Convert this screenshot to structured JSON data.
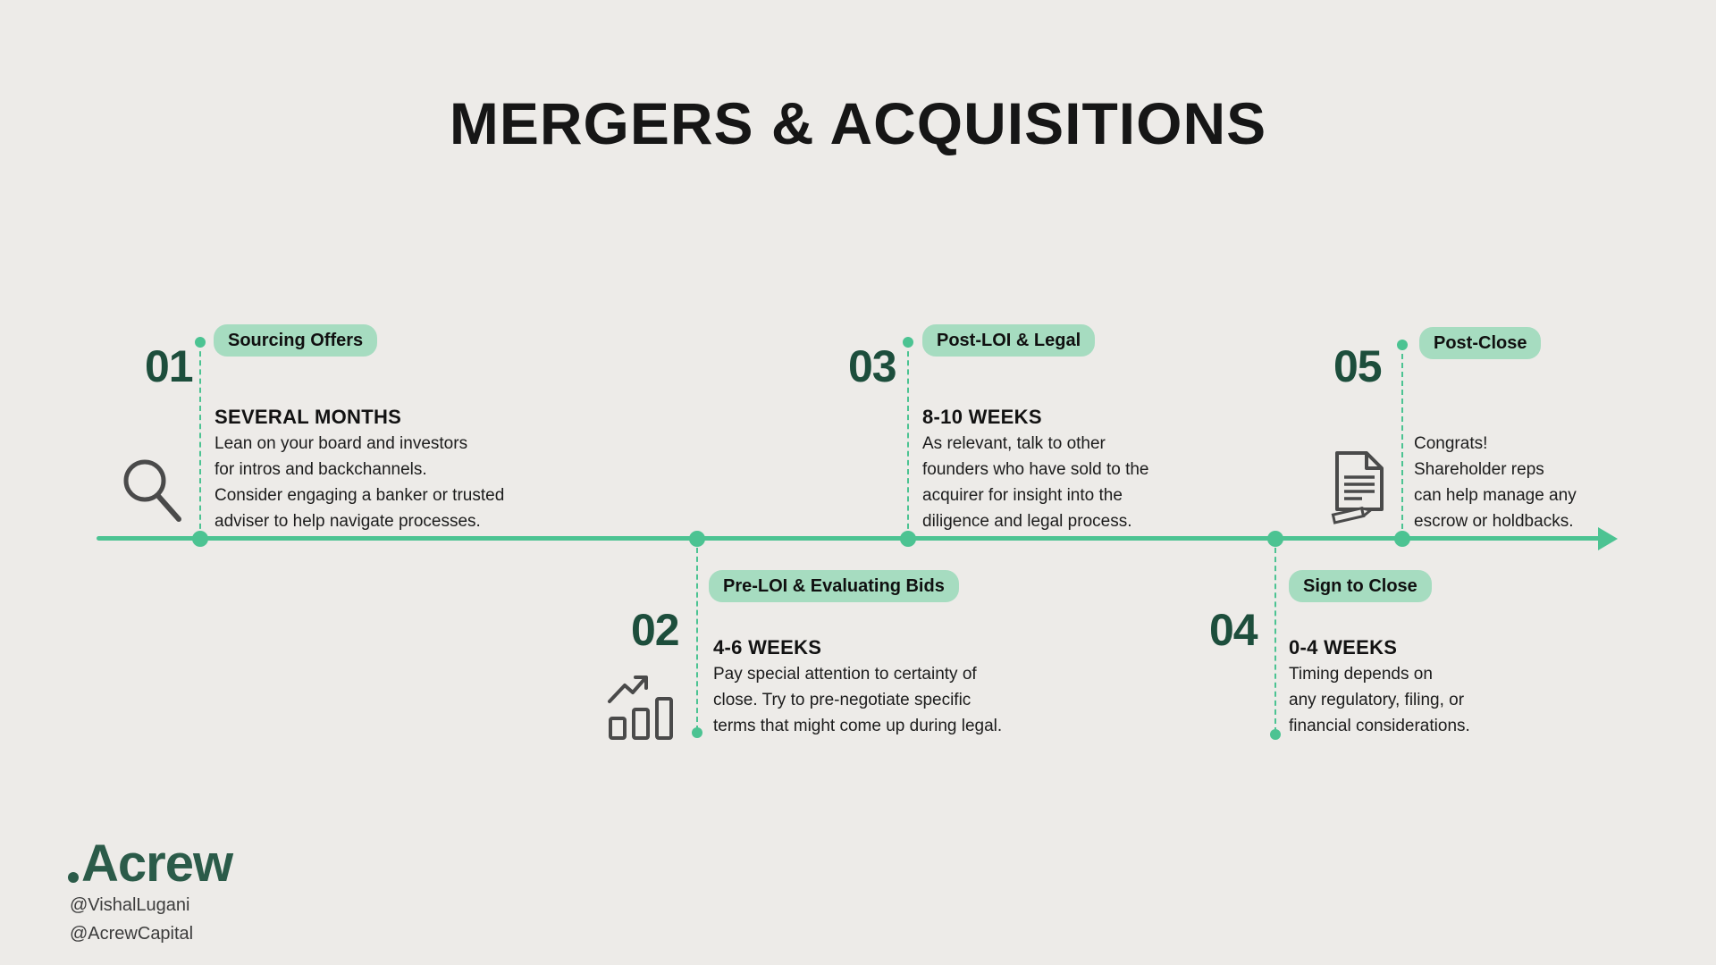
{
  "title": "MERGERS & ACQUISITIONS",
  "colors": {
    "background": "#edebe8",
    "timeline_green": "#4cc392",
    "badge_green": "#a6dcc0",
    "dark_green": "#1d4e3c",
    "text": "#1c1c1c"
  },
  "milestones": [
    {
      "number": "01",
      "label": "Sourcing Offers",
      "duration": "SEVERAL MONTHS",
      "description": "Lean on your board and investors\nfor intros and backchannels.\nConsider engaging a banker or trusted\nadviser to help navigate processes.",
      "icon": "magnifier-icon",
      "side": "above"
    },
    {
      "number": "02",
      "label": "Pre-LOI & Evaluating Bids",
      "duration": "4-6 WEEKS",
      "description": "Pay special attention to certainty of\nclose. Try to pre-negotiate specific\nterms that might come up during legal.",
      "icon": "bar-chart-icon",
      "side": "below"
    },
    {
      "number": "03",
      "label": "Post-LOI & Legal",
      "duration": "8-10 WEEKS",
      "description": "As relevant, talk to other\nfounders who have sold to the\nacquirer for insight into the\ndiligence and legal process.",
      "icon": "",
      "side": "above"
    },
    {
      "number": "04",
      "label": "Sign to Close",
      "duration": "0-4 WEEKS",
      "description": "Timing depends on\nany regulatory, filing, or\nfinancial considerations.",
      "icon": "",
      "side": "below"
    },
    {
      "number": "05",
      "label": "Post-Close",
      "duration": "",
      "description": "Congrats!\nShareholder reps\ncan help manage any\nescrow or holdbacks.",
      "icon": "document-pen-icon",
      "side": "above"
    }
  ],
  "footer": {
    "logo_text": "Acrew",
    "handles": [
      "@VishalLugani",
      "@AcrewCapital"
    ]
  }
}
